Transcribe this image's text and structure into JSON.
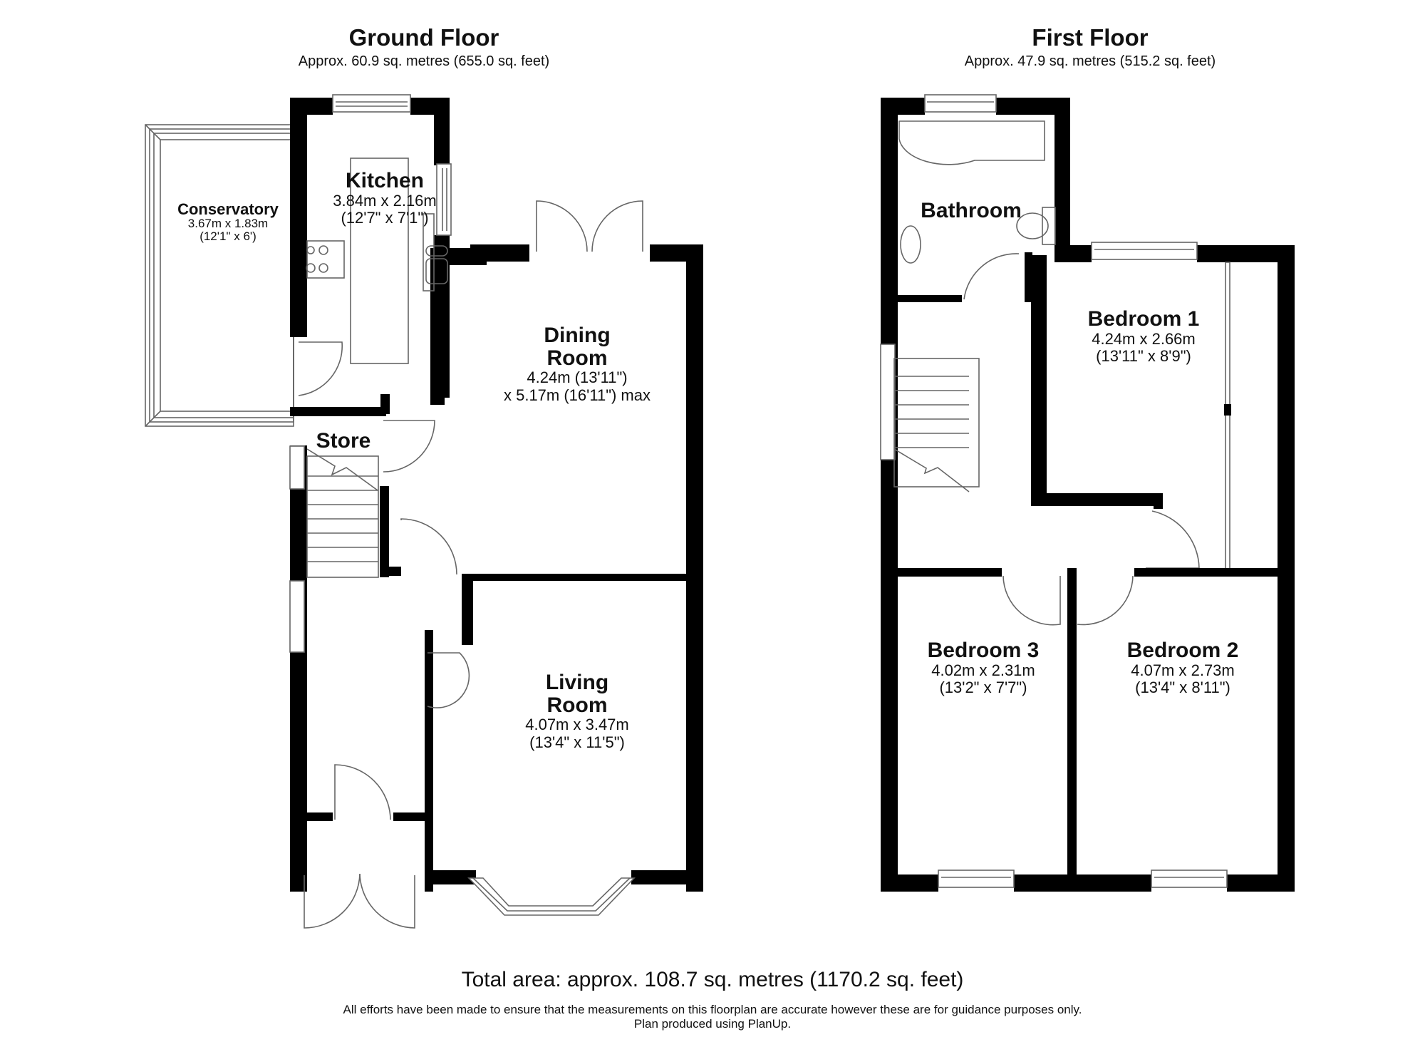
{
  "ground_floor": {
    "title": "Ground Floor",
    "area": "Approx. 60.9 sq. metres (655.0 sq. feet)",
    "rooms": [
      {
        "name": "Conservatory",
        "dims": [
          "3.67m x 1.83m",
          "(12'1\" x 6')"
        ]
      },
      {
        "name": "Kitchen",
        "dims": [
          "3.84m x 2.16m",
          "(12'7\" x 7'1\")"
        ]
      },
      {
        "name": "Dining Room",
        "name_lines": [
          "Dining",
          "Room"
        ],
        "dims": [
          "4.24m (13'11\")",
          "x 5.17m (16'11\") max"
        ]
      },
      {
        "name": "Store",
        "dims": []
      },
      {
        "name": "Living Room",
        "name_lines": [
          "Living",
          "Room"
        ],
        "dims": [
          "4.07m x 3.47m",
          "(13'4\" x 11'5\")"
        ]
      }
    ]
  },
  "first_floor": {
    "title": "First Floor",
    "area": "Approx. 47.9 sq. metres (515.2 sq. feet)",
    "rooms": [
      {
        "name": "Bathroom",
        "dims": []
      },
      {
        "name": "Bedroom 1",
        "dims": [
          "4.24m x 2.66m",
          "(13'11\" x 8'9\")"
        ]
      },
      {
        "name": "Bedroom 3",
        "dims": [
          "4.02m x 2.31m",
          "(13'2\" x 7'7\")"
        ]
      },
      {
        "name": "Bedroom 2",
        "dims": [
          "4.07m x 2.73m",
          "(13'4\" x 8'11\")"
        ]
      }
    ]
  },
  "footer": {
    "total_area": "Total area: approx. 108.7 sq. metres (1170.2 sq. feet)",
    "disclaimer": "All efforts have been made to ensure that the measurements on this floorplan are accurate however these are for guidance purposes only.",
    "produced_by": "Plan produced using PlanUp."
  },
  "colors": {
    "wall": "#000000",
    "fixture_line": "#666666",
    "background": "#ffffff"
  }
}
